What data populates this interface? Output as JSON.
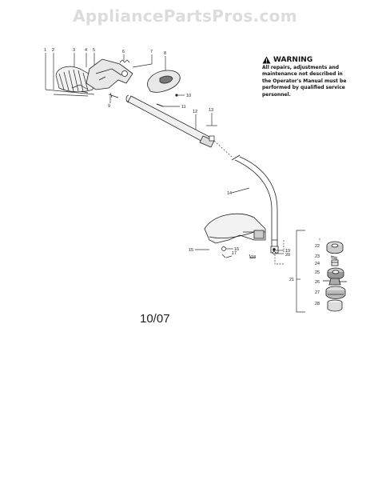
{
  "watermark": "AppliancePartsPros.com",
  "warning": {
    "title": "WARNING",
    "body": "All repairs, adjustments and maintenance not described in the Operator's Manual must be performed by qualified service personnel.",
    "icon": "warning-triangle-icon"
  },
  "date_code": "10/07",
  "callouts": [
    "1",
    "2",
    "3",
    "4",
    "5",
    "6",
    "7",
    "8",
    "9",
    "10",
    "11",
    "12",
    "13",
    "14",
    "15",
    "16",
    "17",
    "18",
    "19",
    "20",
    "21",
    "22",
    "23",
    "24",
    "25",
    "26",
    "27",
    "28"
  ]
}
